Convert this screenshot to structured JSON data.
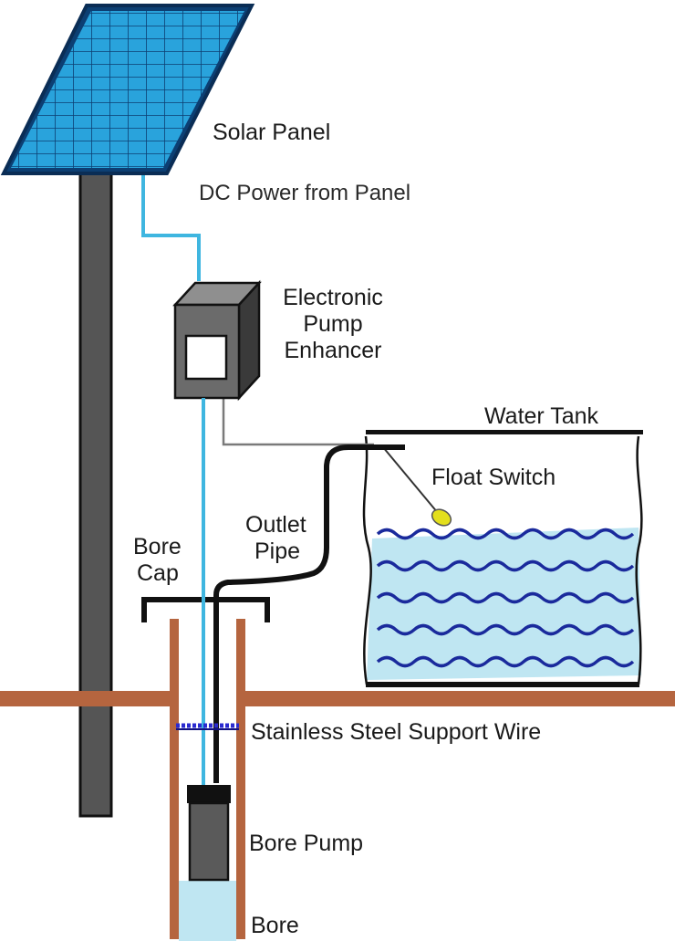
{
  "labels": {
    "solar_panel": "Solar Panel",
    "dc_power": "DC Power from Panel",
    "enhancer_line1": "Electronic",
    "enhancer_line2": "Pump",
    "enhancer_line3": "Enhancer",
    "water_tank": "Water Tank",
    "float_switch": "Float Switch",
    "outlet_line1": "Outlet",
    "outlet_line2": "Pipe",
    "bore_cap_line1": "Bore",
    "bore_cap_line2": "Cap",
    "support_wire": "Stainless Steel Support Wire",
    "bore_pump": "Bore Pump",
    "bore": "Bore"
  },
  "icons": {
    "panel": "solar-panel-icon",
    "controller": "controller-box-icon",
    "pump": "pump-icon",
    "float": "float-switch-icon"
  },
  "colors": {
    "panel_cell": "#29a3dc",
    "panel_grid": "#0c3f73",
    "dc_wire": "#3fb6e0",
    "ground": "#b5653f",
    "water": "#bfe6f2",
    "wave": "#1a2a9c",
    "float": "#e3df1c",
    "pipe": "#111111"
  }
}
